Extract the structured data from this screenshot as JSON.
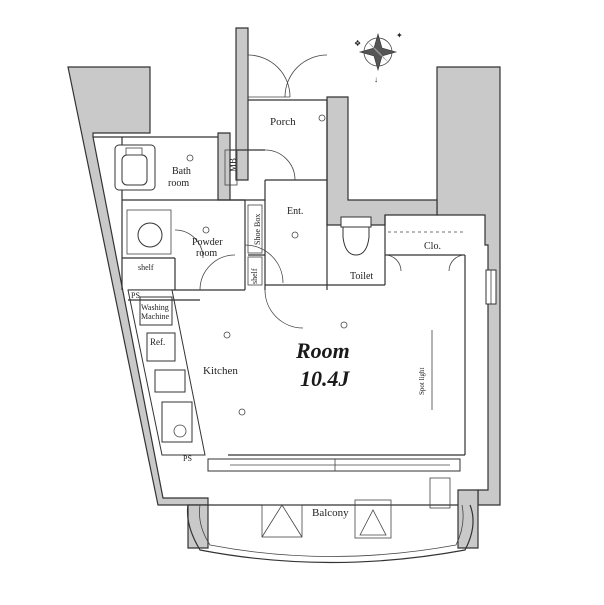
{
  "rooms": {
    "porch": "Porch",
    "mb": "MB",
    "bath": "Bath\nroom",
    "ent": "Ent.",
    "shoe_box": "Shoe Box",
    "powder": "Powder\nroom",
    "shelf_left": "shelf",
    "shelf_mid": "shelf",
    "toilet": "Toilet",
    "clo": "Clo.",
    "ps_top": "PS",
    "ps_bottom": "PS",
    "washing": "Washing\nMachine",
    "ref": "Ref.",
    "kitchen": "Kitchen",
    "room_name": "Room",
    "room_size": "10.4J",
    "spot_light": "Spot light",
    "balcony": "Balcony"
  },
  "icons": {
    "compass": "compass-rose-icon"
  }
}
